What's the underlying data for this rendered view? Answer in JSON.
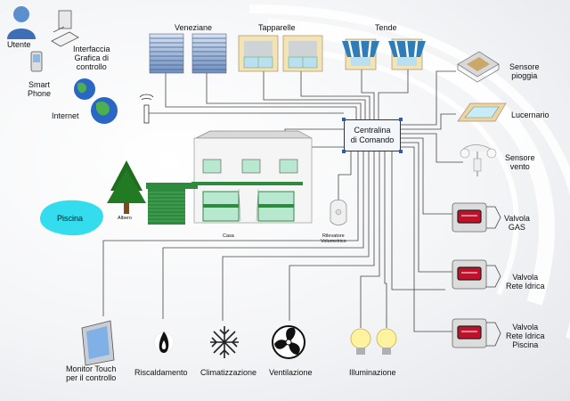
{
  "diagram": {
    "top_labels": {
      "blinds": "Veneziane",
      "shutters": "Tapparelle",
      "awnings": "Tende"
    },
    "left_labels": {
      "user": "Utente",
      "interface": "Interfaccia\nGrafica di\ncontrollo",
      "smartphone": "Smart\nPhone",
      "internet": "Internet"
    },
    "center": {
      "control_unit": "Centralina\ndi Comando",
      "house": "Casa",
      "tree": "Albero",
      "pool": "Piscina",
      "motion_sensor": "Rilevatore\nVolumetrico"
    },
    "right_labels": {
      "rain_sensor": "Sensore\npioggia",
      "skylight": "Lucernario",
      "wind_sensor": "Sensore\nvento",
      "gas_valve": "Valvola\nGAS",
      "water_valve": "Valvola\nRete Idrica",
      "pool_valve": "Valvola\nRete Idrica\nPiscina"
    },
    "bottom_labels": {
      "monitor": "Monitor Touch\nper il controllo",
      "heating": "Riscaldamento",
      "cooling": "Climatizzazione",
      "ventilation": "Ventilazione",
      "lighting": "Illuminazione"
    },
    "colors": {
      "control_box_accent": "#2a5fa8",
      "wire": "#444444",
      "house_green": "#2e8b3e",
      "pool": "#33ddee",
      "tree": "#1f6e1f",
      "valve_red": "#c0102a"
    }
  }
}
